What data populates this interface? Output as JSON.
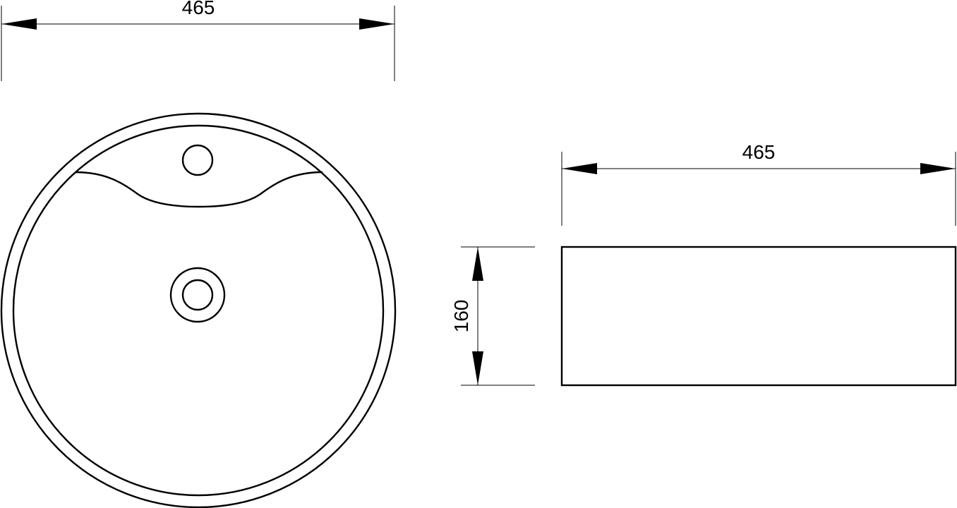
{
  "drawing": {
    "views": {
      "top_view": {
        "width_dimension": "465"
      },
      "side_view": {
        "width_dimension": "465",
        "height_dimension": "160"
      }
    },
    "colors": {
      "line": "#000000",
      "background": "#ffffff"
    }
  }
}
